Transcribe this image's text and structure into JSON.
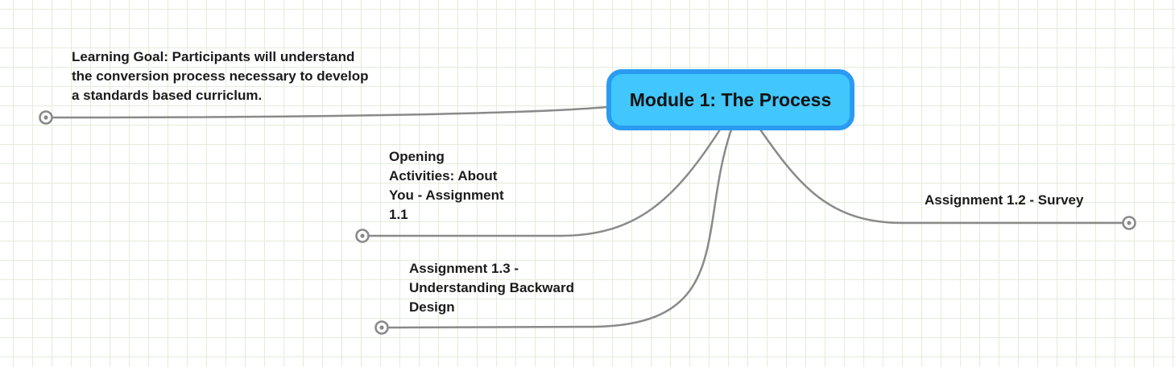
{
  "app": {
    "type": "mind-map-canvas"
  },
  "colors": {
    "background": "#ffffff",
    "grid_line": "#e4ecda",
    "connector": "#8a8a8a",
    "root_node_fill": "#41c7fb",
    "root_node_border": "#2b9bf2",
    "text": "#1b1b1b"
  },
  "nodes": {
    "root": {
      "label": "Module 1: The Process"
    },
    "learning_goal": {
      "label": "Learning Goal: Participants will understand\nthe conversion process necessary to develop\na standards based curriclum."
    },
    "opening_activities": {
      "label": "Opening\nActivities: About\nYou - Assignment\n1.1"
    },
    "assignment_1_3": {
      "label": "Assignment 1.3 -\nUnderstanding Backward\nDesign"
    },
    "assignment_1_2": {
      "label": "Assignment 1.2 - Survey"
    }
  }
}
